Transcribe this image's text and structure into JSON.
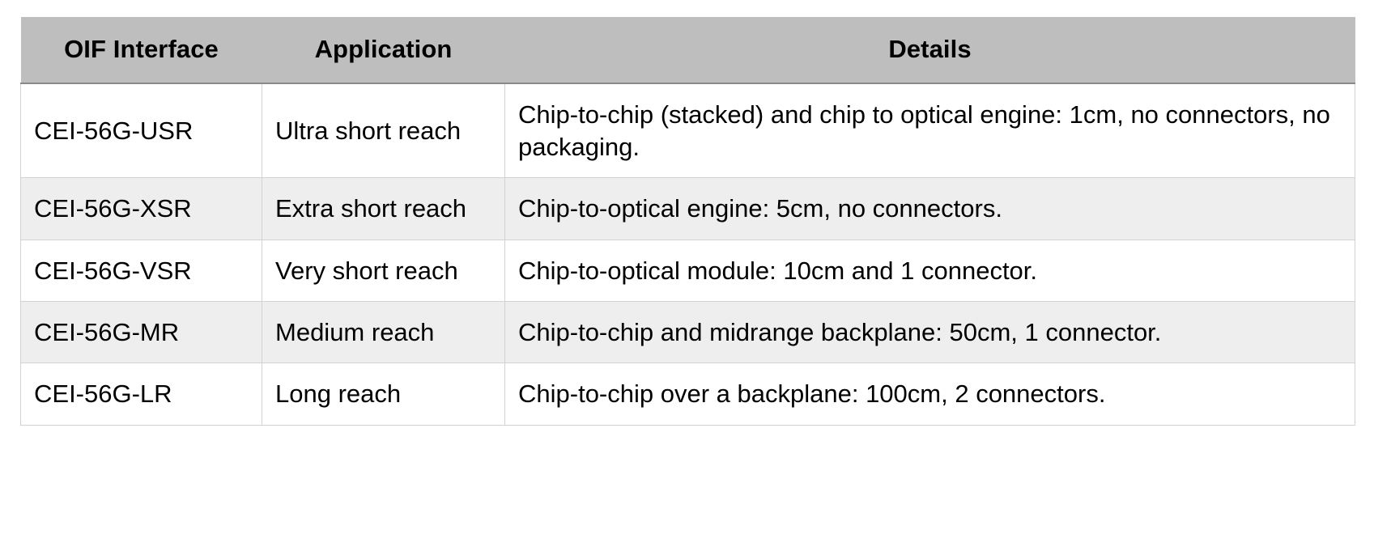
{
  "table": {
    "columns": [
      {
        "key": "interface",
        "label": "OIF Interface",
        "align": "center"
      },
      {
        "key": "application",
        "label": "Application",
        "align": "center"
      },
      {
        "key": "details",
        "label": "Details",
        "align": "center"
      }
    ],
    "rows": [
      {
        "interface": "CEI-56G-USR",
        "application": "Ultra short reach",
        "details": "Chip-to-chip (stacked) and chip to optical engine: 1cm, no connectors, no packaging."
      },
      {
        "interface": "CEI-56G-XSR",
        "application": "Extra short reach",
        "details": "Chip-to-optical engine: 5cm, no connectors."
      },
      {
        "interface": "CEI-56G-VSR",
        "application": "Very short reach",
        "details": "Chip-to-optical module: 10cm and 1 connector."
      },
      {
        "interface": "CEI-56G-MR",
        "application": "Medium reach",
        "details": "Chip-to-chip and midrange backplane: 50cm, 1 connector."
      },
      {
        "interface": "CEI-56G-LR",
        "application": "Long reach",
        "details": "Chip-to-chip over a backplane: 100cm, 2 connectors."
      }
    ]
  },
  "colors": {
    "header_background": "#bebebe",
    "header_border": "#8a8a8a",
    "row_stripe": "#eeeeee",
    "row_base": "#ffffff",
    "grid_line": "#d2d2d2",
    "text": "#000000"
  }
}
